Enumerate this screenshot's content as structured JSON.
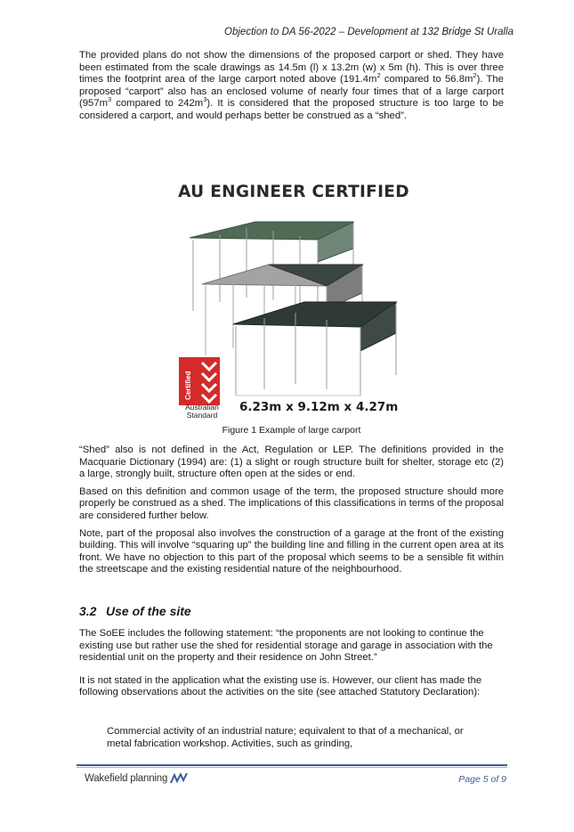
{
  "header": {
    "text": "Objection to DA 56-2022 – Development at 132 Bridge St Uralla"
  },
  "para1": {
    "a": "The provided plans do not show the dimensions of the proposed carport or shed. They have been estimated from the scale drawings as 14.5m (l) x 13.2m (w) x 5m (h). This is over three times the footprint area of the large carport noted above (191.4m",
    "sup1": "2",
    "b": " compared to 56.8m",
    "sup2": "2",
    "c": "). The proposed “carport” also has an enclosed volume of nearly four times that of a large carport (957m",
    "sup3": "3",
    "d": " compared to 242m",
    "sup4": "3",
    "e": "). It is considered that the proposed structure is too large to be considered a carport, and would perhaps better be construed as a “shed”."
  },
  "figure": {
    "title": "AU ENGINEER CERTIFIED",
    "badge_word": "Certified",
    "badge_label_1": "Australian",
    "badge_label_2": "Standard",
    "dimensions": "6.23m x 9.12m x 4.27m",
    "caption": "Figure 1  Example of large carport",
    "colors": {
      "roof_back": "#4f6a55",
      "roof_mid": "#8e8e8e",
      "roof_front": "#2f3a37",
      "badge_red": "#d42a2a"
    }
  },
  "para2": "“Shed” also is not defined in the Act, Regulation or LEP. The definitions provided in the Macquarie Dictionary (1994) are: (1) a slight or rough structure built for shelter, storage etc (2) a large, strongly built, structure often open at the sides or end.",
  "para3": "Based on this definition and common usage of the term, the proposed structure should more properly be construed as a shed. The implications of this classifications in terms of the proposal are considered further below.",
  "para4": "Note, part of the proposal also involves the construction of a garage at the front of the existing building. This will involve “squaring up” the building line and filling in the current open area at its front. We have no objection to this part of the proposal which seems to be a sensible fit within the streetscape and the existing residential nature of the neighbourhood.",
  "section": {
    "number": "3.2",
    "title": "Use of the site"
  },
  "para5": "The SoEE includes the following statement: “the proponents are not looking to continue the existing use but rather use the shed for residential storage and garage in association with the residential unit on the property and their residence on John Street.”",
  "para6": "It is not stated in the application what the existing use is. However, our client has made the following observations about the activities on the site (see attached Statutory Declaration):",
  "indent1": "Commercial activity of an industrial nature; equivalent to that of a mechanical, or metal fabrication workshop. Activities, such as grinding,",
  "footer": {
    "logo_text": "Wakefield planning",
    "page": "Page 5 of 9"
  }
}
